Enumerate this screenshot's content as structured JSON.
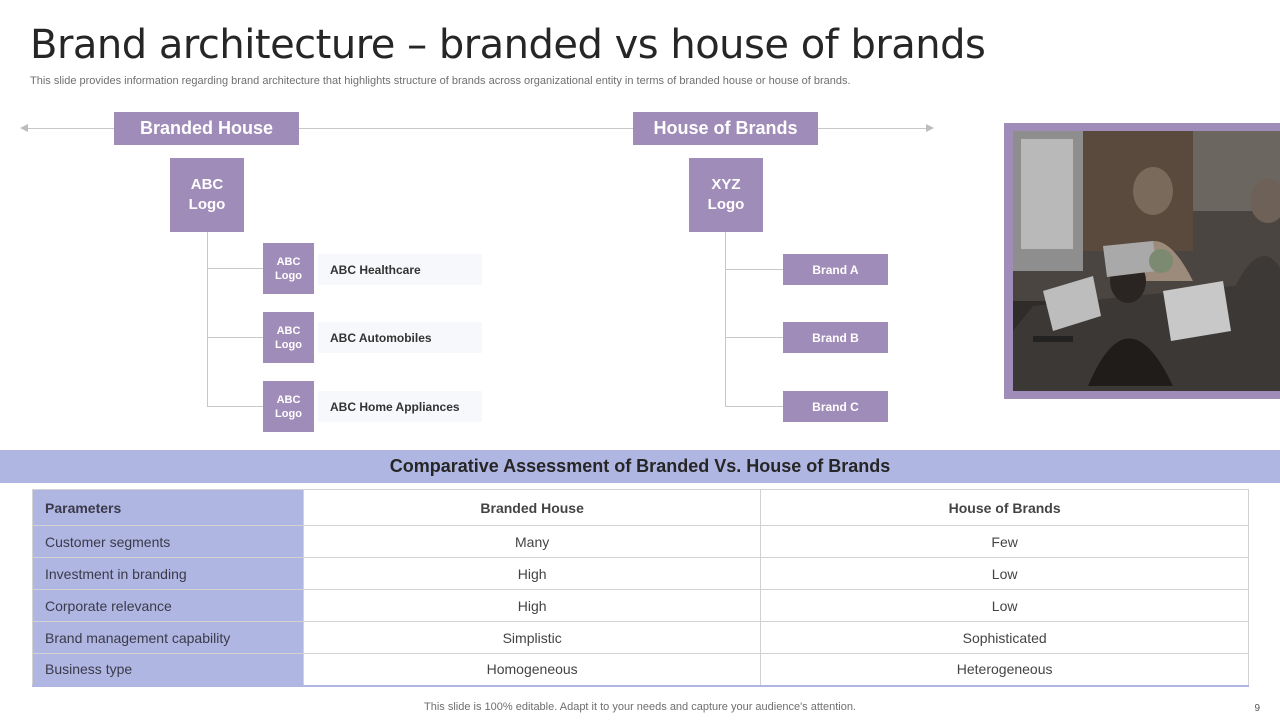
{
  "slide": {
    "title": "Brand architecture – branded vs house of brands",
    "subtitle": "This slide provides information regarding brand architecture that highlights structure of brands across organizational entity in terms of branded house or house of brands.",
    "footer": "This slide is 100% editable. Adapt it to your needs and capture your audience's attention.",
    "page_number": "9"
  },
  "branded_house": {
    "label": "Branded House",
    "logo": "ABC\nLogo",
    "items": [
      {
        "logo": "ABC\nLogo",
        "name": "ABC Healthcare"
      },
      {
        "logo": "ABC\nLogo",
        "name": "ABC Automobiles"
      },
      {
        "logo": "ABC\nLogo",
        "name": "ABC Home Appliances"
      }
    ]
  },
  "house_of_brands": {
    "label": "House of Brands",
    "logo": "XYZ\nLogo",
    "items": [
      "Brand A",
      "Brand B",
      "Brand C"
    ]
  },
  "comparison": {
    "banner": "Comparative Assessment of Branded Vs. House of Brands",
    "headers": [
      "Parameters",
      "Branded House",
      "House of Brands"
    ],
    "rows": [
      [
        "Customer segments",
        "Many",
        "Few"
      ],
      [
        "Investment in branding",
        "High",
        "Low"
      ],
      [
        "Corporate relevance",
        "High",
        "Low"
      ],
      [
        "Brand management capability",
        "Simplistic",
        "Sophisticated"
      ],
      [
        "Business type",
        "Homogeneous",
        "Heterogeneous"
      ]
    ]
  },
  "colors": {
    "accent_purple": "#a08cb8",
    "accent_blue": "#b0b6e2"
  }
}
